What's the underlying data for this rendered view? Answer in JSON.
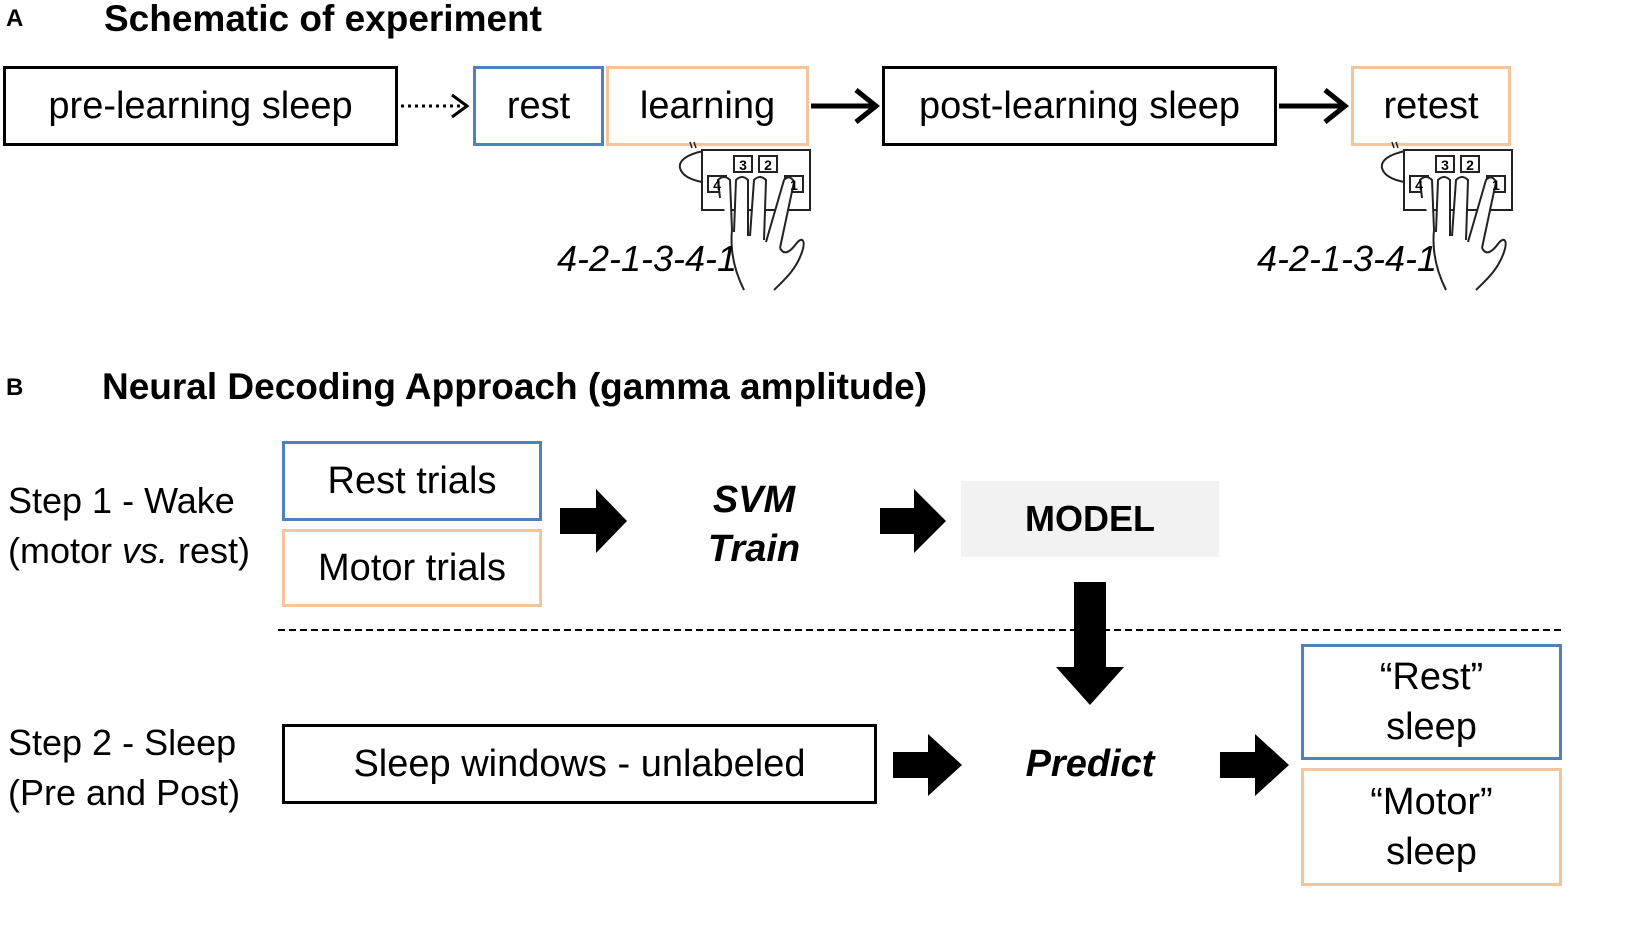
{
  "panel_a": {
    "letter": "A",
    "title": "Schematic of experiment",
    "boxes": {
      "pre_learning_sleep": "pre-learning sleep",
      "rest": "rest",
      "learning": "learning",
      "post_learning_sleep": "post-learning sleep",
      "retest": "retest"
    },
    "keypad_keys": [
      "3",
      "2",
      "4",
      "1"
    ],
    "sequence": "4-2-1-3-4-1"
  },
  "panel_b": {
    "letter": "B",
    "title": "Neural Decoding Approach (gamma amplitude)",
    "step1": {
      "label_line1": "Step 1 - Wake",
      "label_line2_pre": "(motor ",
      "label_line2_em": "vs.",
      "label_line2_post": " rest)",
      "rest_trials": "Rest trials",
      "motor_trials": "Motor trials",
      "svm_line1": "SVM",
      "svm_line2": "Train",
      "model": "MODEL"
    },
    "step2": {
      "label_line1": "Step 2 - Sleep",
      "label_line2": "(Pre and Post)",
      "sleep_windows": "Sleep windows - unlabeled",
      "predict": "Predict",
      "rest_sleep_line1": "“Rest”",
      "rest_sleep_line2": "sleep",
      "motor_sleep_line1": "“Motor”",
      "motor_sleep_line2": "sleep"
    }
  },
  "colors": {
    "rest_border": "#4f81bd",
    "motor_border": "#f4c59c",
    "model_fill": "#f2f2f2",
    "ink": "#000000"
  }
}
